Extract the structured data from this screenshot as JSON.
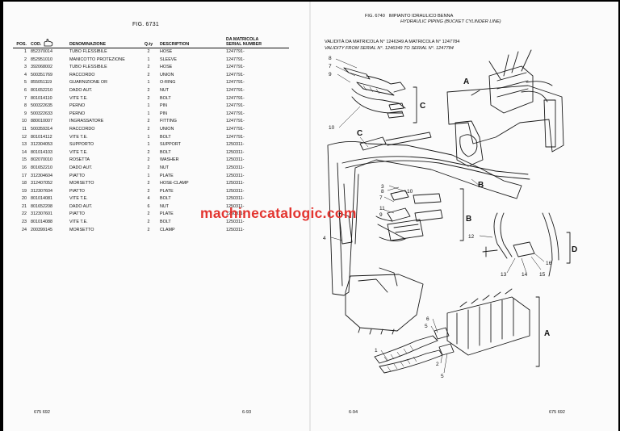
{
  "left_page": {
    "fig_label": "FIG.  6731",
    "columns": {
      "pos": "POS.",
      "code": "COD.",
      "name_it": "DENOMINAZIONE",
      "qty": "Q.ty",
      "desc": "DESCRIPTION",
      "serial": "DA MATRICOLA SERIAL NUMBER"
    },
    "rows": [
      {
        "pos": "1",
        "code": "852370014",
        "name": "TUBO FLESSIBILE",
        "qty": "2",
        "desc": "HOSE",
        "serial": "1247791-"
      },
      {
        "pos": "2",
        "code": "852951010",
        "name": "MANICOTTO PROTEZIONE",
        "qty": "1",
        "desc": "SLEEVE",
        "serial": "1247791-"
      },
      {
        "pos": "3",
        "code": "392068002",
        "name": "TUBO FLESSIBILE",
        "qty": "2",
        "desc": "HOSE",
        "serial": "1247791-"
      },
      {
        "pos": "4",
        "code": "500351769",
        "name": "RACCORDO",
        "qty": "2",
        "desc": "UNION",
        "serial": "1247791-"
      },
      {
        "pos": "5",
        "code": "855051119",
        "name": "GUARNIZIONE OR",
        "qty": "1",
        "desc": "O-RING",
        "serial": "1247791-"
      },
      {
        "pos": "6",
        "code": "801652210",
        "name": "DADO AUT.",
        "qty": "2",
        "desc": "NUT",
        "serial": "1247791-"
      },
      {
        "pos": "7",
        "code": "801014110",
        "name": "VITE T.E.",
        "qty": "2",
        "desc": "BOLT",
        "serial": "1247791-"
      },
      {
        "pos": "8",
        "code": "500322635",
        "name": "PERNO",
        "qty": "1",
        "desc": "PIN",
        "serial": "1247791-"
      },
      {
        "pos": "9",
        "code": "500322633",
        "name": "PERNO",
        "qty": "1",
        "desc": "PIN",
        "serial": "1247791-"
      },
      {
        "pos": "10",
        "code": "880010007",
        "name": "INGRASSATORE",
        "qty": "2",
        "desc": "FITTING",
        "serial": "1247791-"
      },
      {
        "pos": "11",
        "code": "500359314",
        "name": "RACCORDO",
        "qty": "2",
        "desc": "UNION",
        "serial": "1247791-"
      },
      {
        "pos": "12",
        "code": "801014112",
        "name": "VITE T.E.",
        "qty": "1",
        "desc": "BOLT",
        "serial": "1247791-"
      },
      {
        "pos": "13",
        "code": "312304053",
        "name": "SUPPORTO",
        "qty": "1",
        "desc": "SUPPORT",
        "serial": "1250311-"
      },
      {
        "pos": "14",
        "code": "801014103",
        "name": "VITE T.E.",
        "qty": "2",
        "desc": "BOLT",
        "serial": "1250311-"
      },
      {
        "pos": "15",
        "code": "802070010",
        "name": "ROSETTA",
        "qty": "2",
        "desc": "WASHER",
        "serial": "1250311-"
      },
      {
        "pos": "16",
        "code": "801652210",
        "name": "DADO AUT.",
        "qty": "2",
        "desc": "NUT",
        "serial": "1250311-"
      },
      {
        "pos": "17",
        "code": "312304604",
        "name": "PIATTO",
        "qty": "1",
        "desc": "PLATE",
        "serial": "1250311-"
      },
      {
        "pos": "18",
        "code": "312407052",
        "name": "MORSETTO",
        "qty": "2",
        "desc": "HOSE-CLAMP",
        "serial": "1250311-"
      },
      {
        "pos": "19",
        "code": "312307604",
        "name": "PIATTO",
        "qty": "2",
        "desc": "PLATE",
        "serial": "1250311-"
      },
      {
        "pos": "20",
        "code": "801014081",
        "name": "VITE T.E.",
        "qty": "4",
        "desc": "BOLT",
        "serial": "1250311-"
      },
      {
        "pos": "21",
        "code": "801652208",
        "name": "DADO AUT.",
        "qty": "6",
        "desc": "NUT",
        "serial": "1250311-"
      },
      {
        "pos": "22",
        "code": "312307601",
        "name": "PIATTO",
        "qty": "2",
        "desc": "PLATE",
        "serial": "1250311-"
      },
      {
        "pos": "23",
        "code": "801014088",
        "name": "VITE T.E.",
        "qty": "2",
        "desc": "BOLT",
        "serial": "1250311-"
      },
      {
        "pos": "24",
        "code": "200399145",
        "name": "MORSETTO",
        "qty": "2",
        "desc": "CLAMP",
        "serial": "1250311-"
      }
    ],
    "footer_model": "675   692",
    "footer_page": "6-93"
  },
  "right_page": {
    "fig_label": "FIG.  6740",
    "title_it": "IMPIANTO IDRAULICO BENNA",
    "title_en": "HYDRAULIC PIPING (BUCKET CYLINDER LINE)",
    "validity_it": "VALIDITÀ DA MATRICOLA N° 1246349 A MATRICOLA N° 1247784",
    "validity_en": "VALIDITY FROM SERIAL N°. 1246349 TO SERIAL N°. 1247784",
    "footer_page": "6-94",
    "footer_model": "675   692"
  },
  "callouts": {
    "n1": "1",
    "n2": "2",
    "n3": "3",
    "n4": "4",
    "n5": "5",
    "n6": "6",
    "n7": "7",
    "n8": "8",
    "n9": "9",
    "n10": "10",
    "n11": "11",
    "n12": "12",
    "n13": "13",
    "n14": "14",
    "n15": "15",
    "n16": "16",
    "A": "A",
    "B": "B",
    "C": "C",
    "D": "D"
  },
  "watermark": "machinecatalogic.com",
  "colors": {
    "watermark": "#e3342f",
    "paper": "#fbfbfb",
    "ink": "#111111"
  },
  "icons": {
    "header_icon": "pointing-hand-icon"
  }
}
